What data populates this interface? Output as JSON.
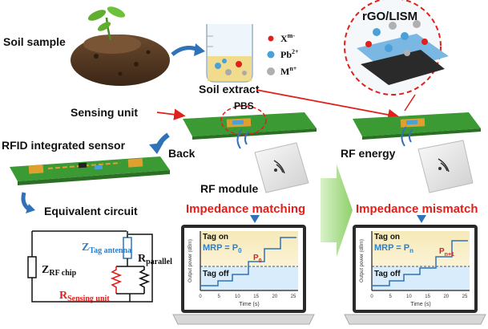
{
  "labels": {
    "soil_sample": "Soil sample",
    "soil_extract": "Soil extract",
    "sensing_unit": "Sensing unit",
    "pbs": "PBS",
    "rgo_lism": "rGO/LISM",
    "rfid_sensor": "RFID integrated sensor",
    "back": "Back",
    "rf_energy": "RF energy",
    "rf_module": "RF module",
    "impedance_matching": "Impedance matching",
    "impedance_mismatch": "Impedance mismatch",
    "equivalent_circuit": "Equivalent circuit"
  },
  "legend": {
    "xm": {
      "base": "X",
      "sup": "m-"
    },
    "pb": {
      "base": "Pb",
      "sup": "2+"
    },
    "mn": {
      "base": "M",
      "sup": "n+"
    }
  },
  "circuit": {
    "z_tag": {
      "base": "Z",
      "sub": "Tag antenna"
    },
    "z_rf": {
      "base": "Z",
      "sub": "RF chip"
    },
    "r_parallel": {
      "base": "R",
      "sub": "parallel"
    },
    "r_sensing": {
      "base": "R",
      "sub": "Sensing unit"
    }
  },
  "plots": {
    "left": {
      "tag_on": "Tag on",
      "tag_off": "Tag off",
      "mrp_prefix": "MRP = P",
      "mrp_sub": "0",
      "p_label": "P",
      "p_sub": "0",
      "ylabel": "Output power (dBm)",
      "xlabel": "Time (s)",
      "xticks": [
        "0",
        "5",
        "10",
        "15",
        "20",
        "25"
      ]
    },
    "right": {
      "tag_on": "Tag on",
      "tag_off": "Tag off",
      "mrp_prefix": "MRP = P",
      "mrp_sub": "n",
      "p_label": "P",
      "p_sub": "n+1",
      "ylabel": "Output power (dBm)",
      "xlabel": "Time (s)",
      "xticks": [
        "0",
        "5",
        "10",
        "15",
        "20",
        "25"
      ]
    }
  },
  "colors": {
    "red": "#e0201b",
    "blue": "#2f7fc8",
    "board": "#3c9a34",
    "arrow_blue": "#2f72b8",
    "green_arrow": "#9bd67a"
  }
}
